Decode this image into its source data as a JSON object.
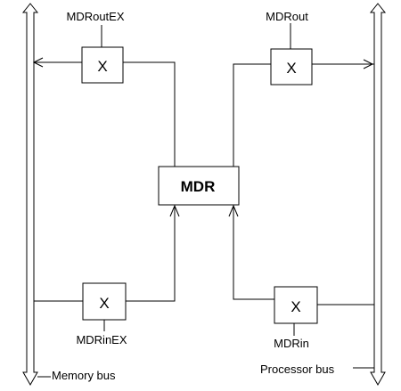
{
  "register": {
    "label": "MDR"
  },
  "gates": {
    "mdr_out_ex": {
      "symbol": "X",
      "control": "MDRoutEX"
    },
    "mdr_out": {
      "symbol": "X",
      "control": "MDRout"
    },
    "mdr_in_ex": {
      "symbol": "X",
      "control": "MDRinEX"
    },
    "mdr_in": {
      "symbol": "X",
      "control": "MDRin"
    }
  },
  "buses": {
    "memory": {
      "label": "Memory bus"
    },
    "processor": {
      "label": "Processor bus"
    }
  }
}
